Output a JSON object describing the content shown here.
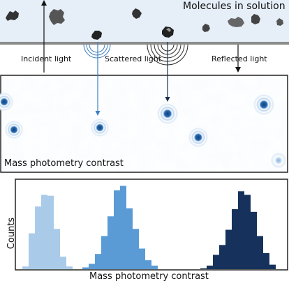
{
  "solution_section": {
    "title": "Molecules in solution",
    "background_color": "#e6eef7",
    "surface_color": "#8c8c8c",
    "molecule_color": "#2a2a2a",
    "molecule_count": 9
  },
  "light_labels": {
    "incident": "Incident light",
    "scattered": "Scattered light",
    "reflected": "Reflected light"
  },
  "image_panel": {
    "caption": "Mass photometry contrast",
    "spot_color": "#1f5fa8",
    "spot_count": 7
  },
  "histogram": {
    "xlabel": "Mass photometry contrast",
    "ylabel": "Counts",
    "type": "bar",
    "series": [
      {
        "color": "#a9cbe9",
        "values": [
          3,
          40,
          70,
          83,
          82,
          45,
          14,
          3
        ]
      },
      {
        "color": "#5a9bd5",
        "values": [
          2,
          6,
          17,
          37,
          59,
          88,
          93,
          68,
          45,
          23,
          10,
          4
        ]
      },
      {
        "color": "#16325c",
        "values": [
          1,
          4,
          16,
          27,
          44,
          67,
          87,
          83,
          64,
          37,
          18,
          5
        ]
      }
    ]
  }
}
